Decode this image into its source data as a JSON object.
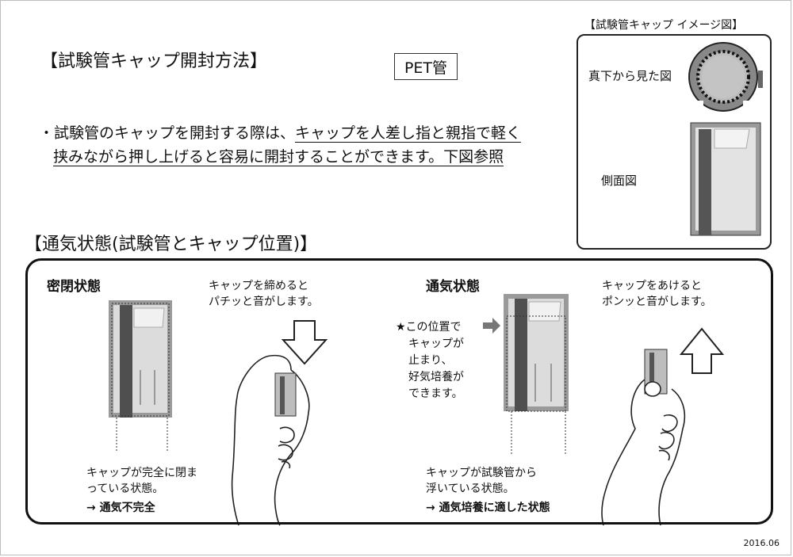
{
  "title": "【試験管キャップ開封方法】",
  "pet_label": "PET管",
  "description": {
    "prefix": "・試験管のキャップを開封する際は、",
    "underline1": "キャップを人差し指と親指で軽く",
    "underline2": "挟みながら押し上げると容易に開封することができます。下図参照"
  },
  "image_box": {
    "caption": "【試験管キャップ イメージ図】",
    "bottom_view": "真下から見た図",
    "side_view": "側面図"
  },
  "section2_title": "【通気状態(試験管とキャップ位置)】",
  "closed": {
    "heading": "密閉状態",
    "note_line1": "キャップを締めると",
    "note_line2": "パチッと音がします。",
    "caption_line1": "キャップが完全に閉ま",
    "caption_line2": "っている状態。",
    "result": "→ 通気不完全"
  },
  "open": {
    "heading": "通気状態",
    "note_line1": "キャップをあけると",
    "note_line2": "ポンッと音がします。",
    "star_line1": "★この位置で",
    "star_line2": "キャップが",
    "star_line3": "止まり、",
    "star_line4": "好気培養が",
    "star_line5": "できます。",
    "caption_line1": "キャップが試験管から",
    "caption_line2": "浮いている状態。",
    "result": "→ 通気培養に適した状態"
  },
  "date": "2016.06"
}
